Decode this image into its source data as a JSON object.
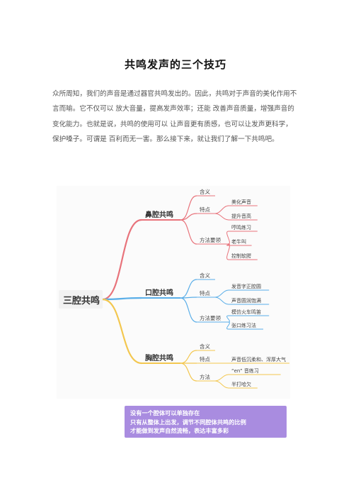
{
  "title": "共鸣发声的三个技巧",
  "intro": "众所周知，我们的声音是通过器官共鸣发出的。因此，共鸣对于声音的美化作用不言而喻。它不仅可以 放大音量，提高发声效率；还能 改善声音质量，增强声音的变化能力。也就是说，共鸣的使用可以 让声音更有质感，也可以让发声更科学， 保护嗓子。可谓是 百利而无一害。那么接下来，就让我们了解一下共鸣吧。",
  "mindmap": {
    "root": "三腔共鸣",
    "branches": [
      {
        "label": "鼻腔共鸣",
        "color": "#e8737b",
        "items": [
          {
            "label": "含义",
            "children": []
          },
          {
            "label": "特点",
            "children": [
              "美化声音",
              "提升音高"
            ]
          },
          {
            "label": "方法要领",
            "children": [
              "哼鸣练习",
              "老牛叫",
              "控制软腭"
            ]
          }
        ]
      },
      {
        "label": "口腔共鸣",
        "color": "#5aaee8",
        "items": [
          {
            "label": "含义",
            "children": []
          },
          {
            "label": "特点",
            "children": [
              "发音字正腔圆",
              "声音圆润饱满"
            ]
          },
          {
            "label": "方法要领",
            "children": [
              "模仿火车鸣笛",
              "张口练习法"
            ]
          }
        ]
      },
      {
        "label": "胸腔共鸣",
        "color": "#f3c74f",
        "items": [
          {
            "label": "含义",
            "children": []
          },
          {
            "label": "特点",
            "children": [
              "声音低沉柔和、浑厚大气"
            ]
          },
          {
            "label": "方法",
            "children": [
              "“en” 音练习",
              "半打哈欠"
            ]
          }
        ]
      }
    ]
  },
  "note": {
    "lines": [
      "没有一个腔体可以单独存在",
      "只有从整体上出发，调节不同腔体共鸣的比例",
      "才能做到发声自然流畅，表达丰富多彩"
    ]
  },
  "colors": {
    "root_bg": "#f2f2f2",
    "note_bg": "#a98ce0"
  }
}
